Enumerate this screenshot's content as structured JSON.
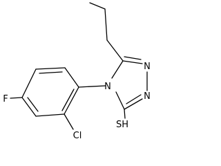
{
  "molecule": {
    "atoms": {
      "n_ring_4": "N",
      "n_ring_top": "N",
      "n_ring_bottom": "N",
      "thiol": "SH",
      "chloro": "Cl",
      "fluoro": "F"
    }
  }
}
